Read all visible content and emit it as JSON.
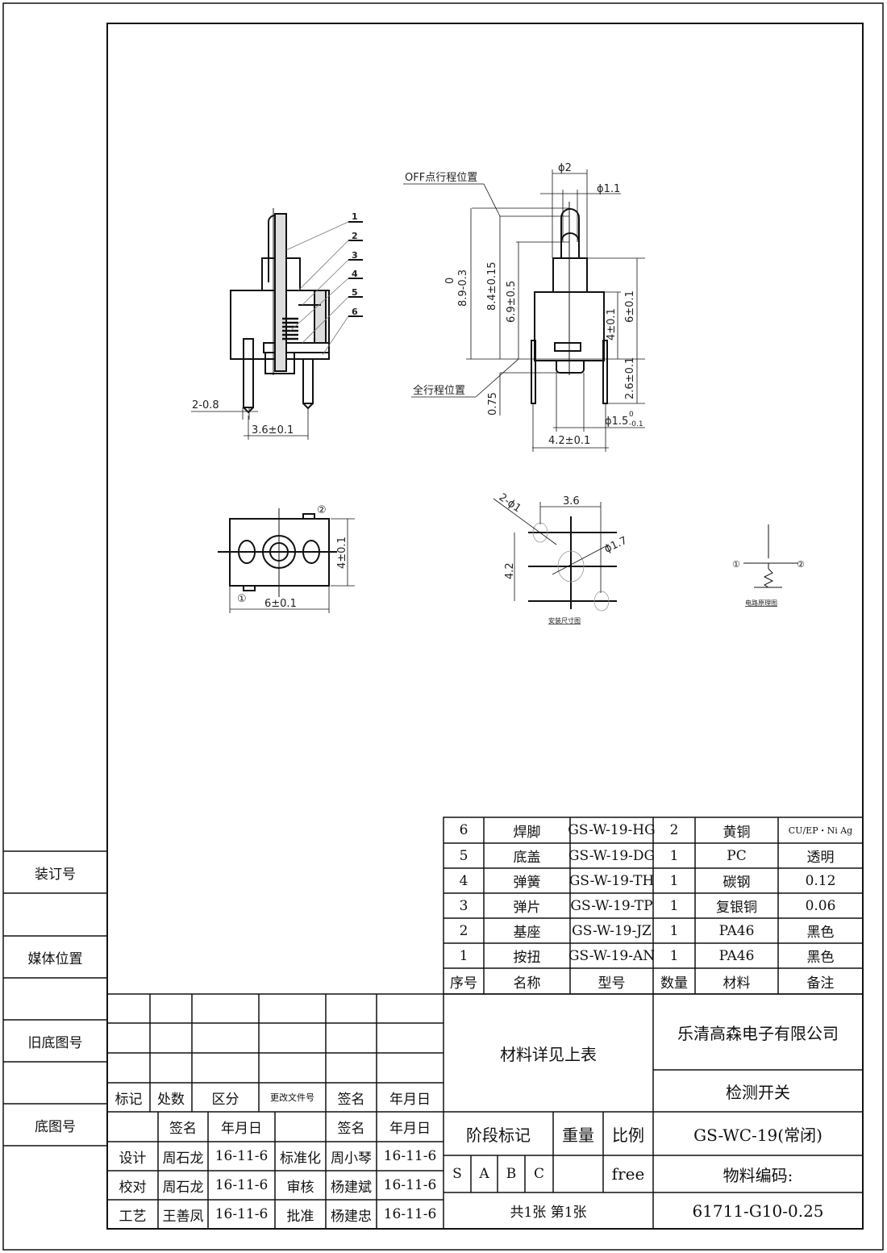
{
  "side_labels": [
    "装订号",
    "媒体位置",
    "旧底图号",
    "底图号"
  ],
  "drawing": {
    "callouts": [
      "1",
      "2",
      "3",
      "4",
      "5",
      "6"
    ],
    "off_position": "OFF点行程位置",
    "full_position": "全行程位置",
    "dims": {
      "pin_dia": "2-0.8",
      "pin_pitch": "3.6±0.1",
      "phi2": "ϕ2",
      "phi1_1": "ϕ1.1",
      "h89_tol": "0",
      "h89": "8.9-0.3",
      "h84": "8.4±0.15",
      "h69": "6.9±0.5",
      "h4": "4±0.1",
      "h6": "6±0.1",
      "h26": "2.6±0.1",
      "d075": "0.75",
      "phi15": "ϕ1.5",
      "phi15_tol_up": "0",
      "phi15_tol_low": "-0.1",
      "w42": "4.2±0.1",
      "bottom_h": "4±0.1",
      "bottom_w": "6±0.1",
      "term1": "①",
      "term2": "②",
      "holes": "2-ϕ1",
      "m36": "3.6",
      "m42": "4.2",
      "phi17": "ϕ1.7",
      "mount_caption": "安装尺寸图",
      "circuit_caption": "电路原理图"
    }
  },
  "parts_table": {
    "headers": [
      "序号",
      "名称",
      "型号",
      "数量",
      "材料",
      "备注"
    ],
    "rows": [
      [
        "6",
        "焊脚",
        "GS-W-19-HG",
        "2",
        "黄铜",
        "CU/EP・Ni  Ag"
      ],
      [
        "5",
        "底盖",
        "GS-W-19-DG",
        "1",
        "PC",
        "透明"
      ],
      [
        "4",
        "弹簧",
        "GS-W-19-TH",
        "1",
        "碳钢",
        "0.12"
      ],
      [
        "3",
        "弹片",
        "GS-W-19-TP",
        "1",
        "复银铜",
        "0.06"
      ],
      [
        "2",
        "基座",
        "GS-W-19-JZ",
        "1",
        "PA46",
        "黑色"
      ],
      [
        "1",
        "按扭",
        "GS-W-19-AN",
        "1",
        "PA46",
        "黑色"
      ]
    ]
  },
  "title_block": {
    "rev_headers": [
      "标记",
      "处数",
      "区分",
      "更改文件号",
      "签名",
      "年月日"
    ],
    "sign_headers": [
      "",
      "签名",
      "年月日",
      "",
      "签名",
      "年月日"
    ],
    "sign_rows": [
      [
        "设计",
        "周石龙",
        "16-11-6",
        "标准化",
        "周小琴",
        "16-11-6"
      ],
      [
        "校对",
        "周石龙",
        "16-11-6",
        "审核",
        "杨建斌",
        "16-11-6"
      ],
      [
        "工艺",
        "王善凤",
        "16-11-6",
        "批准",
        "杨建忠",
        "16-11-6"
      ]
    ],
    "material_note": "材料详见上表",
    "stage_label": "阶段标记",
    "weight_label": "重量",
    "scale_label": "比例",
    "stages": [
      "S",
      "A",
      "B",
      "C"
    ],
    "scale_value": "free",
    "sheets": "共1张  第1张",
    "company": "乐清高森电子有限公司",
    "product": "检测开关",
    "model": "GS-WC-19(常闭)",
    "material_code_label": "物料编码:",
    "material_code": "61711-G10-0.25"
  }
}
